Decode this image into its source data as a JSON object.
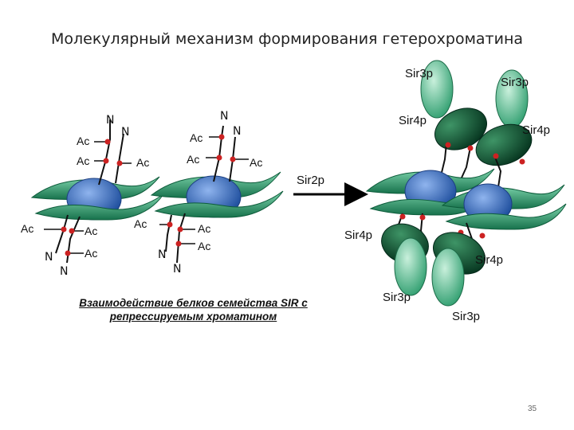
{
  "title": "Молекулярный механизм формирования гетерохроматина",
  "caption": "Взаимодействие белков семейства SIR с репрессируемым хроматином",
  "page_number": "35",
  "arrow_label": "Sir2p",
  "labels": {
    "ac": "Ac",
    "n": "N",
    "sir3p": "Sir3p",
    "sir4p": "Sir4p"
  },
  "colors": {
    "dna_ribbon": "#2f9e73",
    "histone_core": "#3b6fc2",
    "sir3_protein": "#5cc59a",
    "sir4_protein": "#0f5a34",
    "tail_marker": "#cc2222"
  }
}
